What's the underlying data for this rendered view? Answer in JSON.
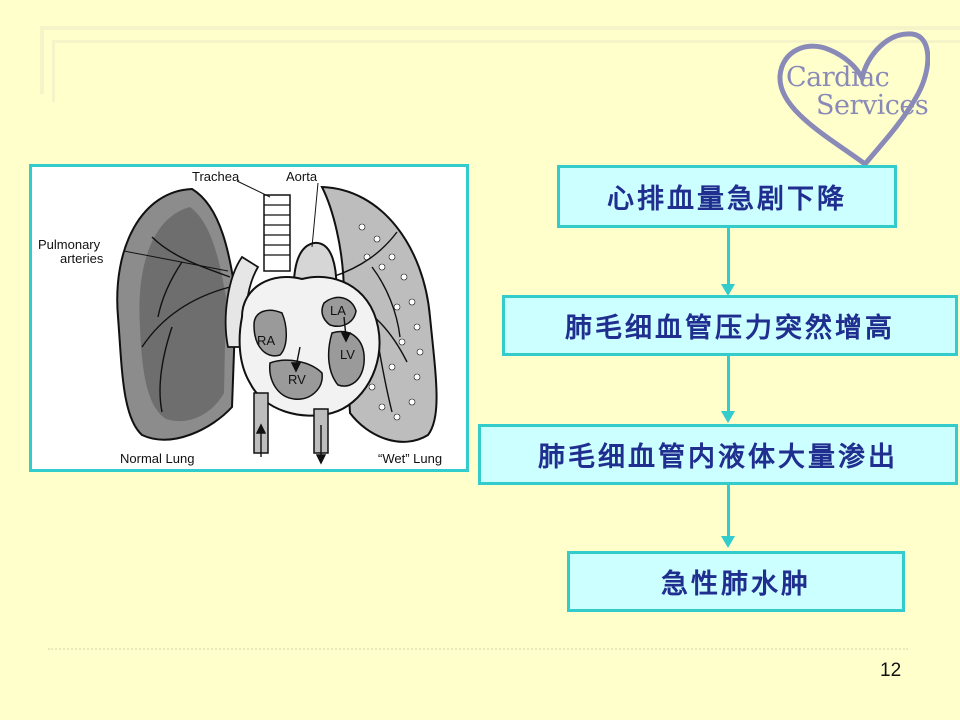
{
  "logo": {
    "line1": "Cardiac",
    "line2": "Services"
  },
  "diagram": {
    "labels": {
      "trachea": "Trachea",
      "aorta": "Aorta",
      "pulmonary": "Pulmonary",
      "arteries": "arteries",
      "ra": "RA",
      "rv": "RV",
      "la": "LA",
      "lv": "LV",
      "normal_lung": "Normal Lung",
      "wet_lung": "“Wet” Lung"
    }
  },
  "flow": {
    "steps": [
      "心排血量急剧下降",
      "肺毛细血管压力突然增高",
      "肺毛细血管内液体大量渗出",
      "急性肺水肿"
    ]
  },
  "page_number": "12",
  "colors": {
    "background": "#ffffcc",
    "box_fill": "#ccffff",
    "box_border": "#33cccc",
    "box_text": "#1f2e8f",
    "logo": "#8a8ab8"
  }
}
